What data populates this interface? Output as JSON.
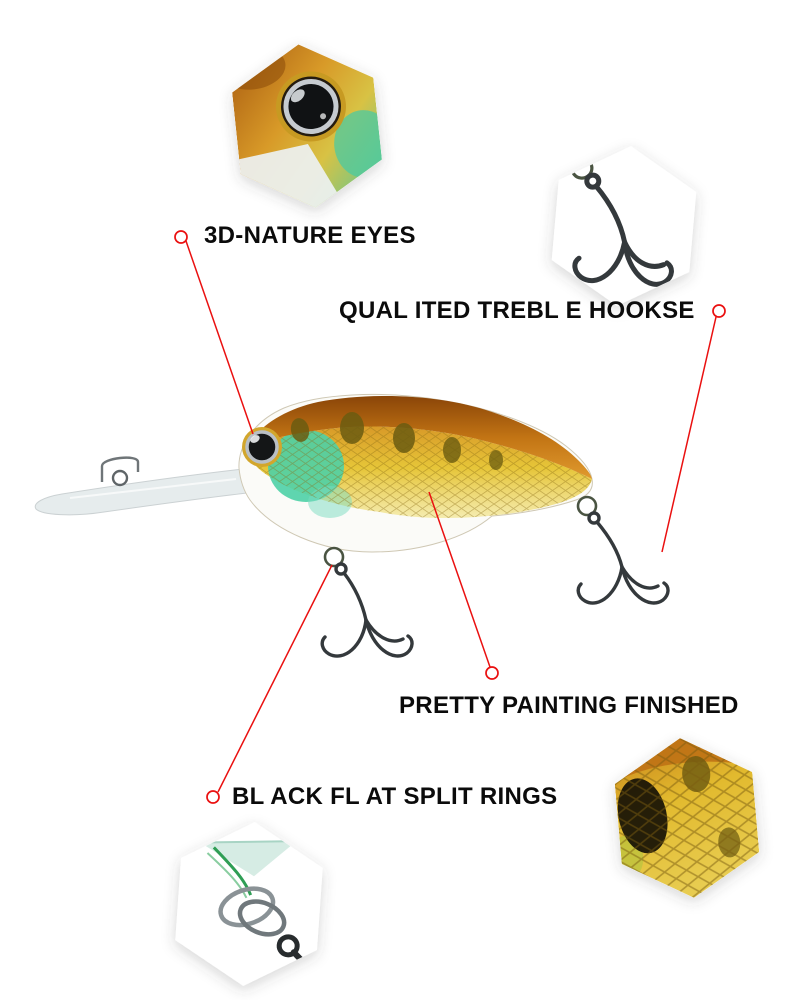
{
  "colors": {
    "bg": "#ffffff",
    "text": "#0b0b0b",
    "callout": "#ea1010",
    "gold": "#e6c538",
    "orange": "#c27414",
    "green": "#4ed0a6",
    "belly": "#fbfbf8",
    "metal": "#34393c",
    "ring": "#4a5442"
  },
  "annotations": {
    "eyes": {
      "label": "3D-NATURE EYES"
    },
    "hooks": {
      "label": "QUAL ITED TREBL E HOOKSE"
    },
    "painting": {
      "label": "PRETTY PAINTING FINISHED"
    },
    "rings": {
      "label": "BL ACK FL AT SPLIT RINGS"
    }
  },
  "insets": {
    "eye": "eye-closeup",
    "hook": "treble-hook-closeup",
    "scales": "paint-scales-closeup",
    "ring": "split-ring-closeup"
  }
}
